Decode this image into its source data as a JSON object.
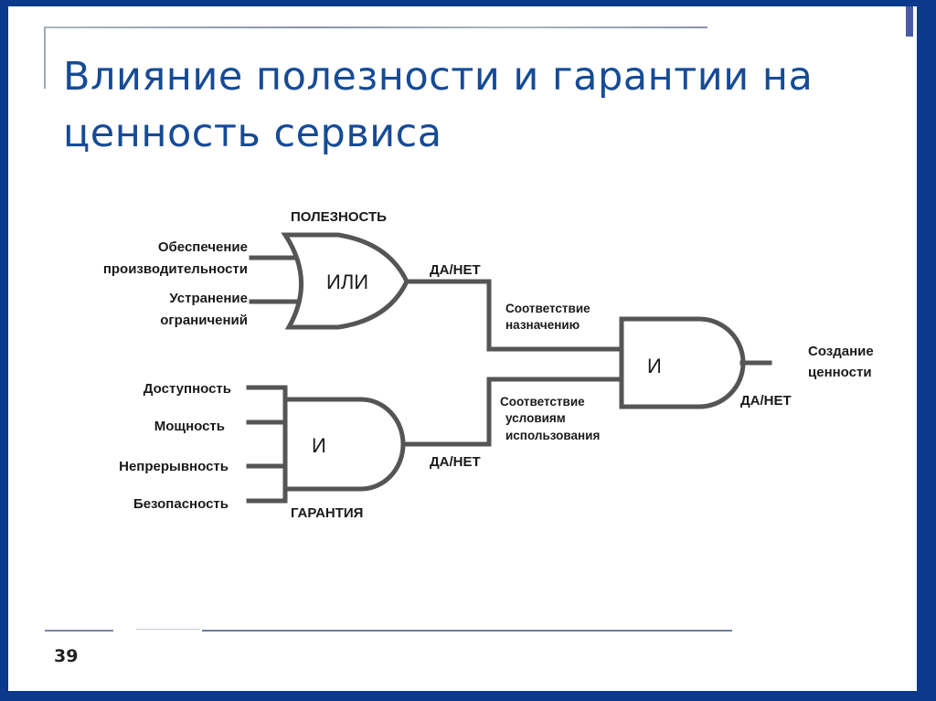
{
  "slide": {
    "title_line1": "Влияние полезности и гарантии на",
    "title_line2": "ценность сервиса",
    "page_number": "39"
  },
  "colors": {
    "frame": "#0b3a8c",
    "title": "#164b96",
    "lines": "#555555"
  },
  "diagram": {
    "or_gate": {
      "group_label": "ПОЛЕЗНОСТЬ",
      "symbol": "ИЛИ",
      "inputs": [
        {
          "line1": "Обеспечение",
          "line2": "производительности"
        },
        {
          "line1": "Устранение",
          "line2": "ограничений"
        }
      ],
      "output_label": "ДА/НЕТ"
    },
    "and_gate_warranty": {
      "group_label": "ГАРАНТИЯ",
      "symbol": "И",
      "inputs": [
        "Доступность",
        "Мощность",
        "Непрерывность",
        "Безопасность"
      ],
      "output_label": "ДА/НЕТ"
    },
    "and_gate_value": {
      "symbol": "И",
      "input_labels": [
        {
          "lines": [
            "Соответствие",
            "назначению"
          ]
        },
        {
          "lines": [
            "Соответствие",
            "условиям",
            "использования"
          ]
        }
      ],
      "output_label": "ДА/НЕТ",
      "result": {
        "line1": "Создание",
        "line2": "ценности"
      }
    }
  }
}
